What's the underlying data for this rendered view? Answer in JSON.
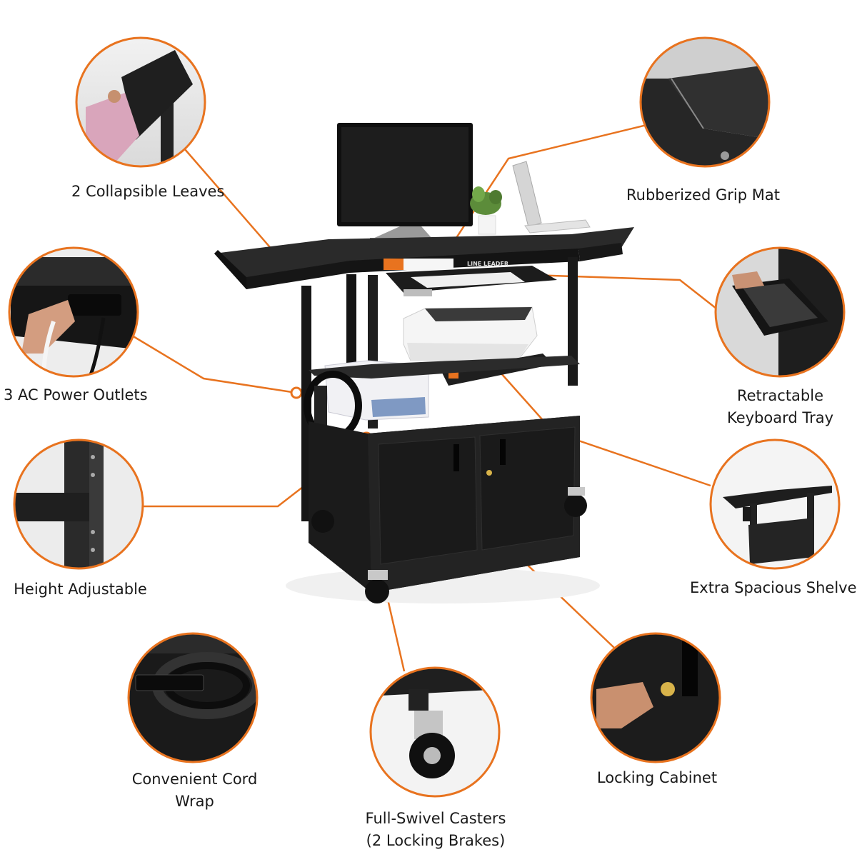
{
  "features": [
    {
      "id": "leaves",
      "label": "2 Collapsible Leaves"
    },
    {
      "id": "grip",
      "label": "Rubberized Grip Mat"
    },
    {
      "id": "outlets",
      "label": "3 AC Power Outlets"
    },
    {
      "id": "keyboard",
      "label_line1": "Retractable",
      "label_line2": "Keyboard Tray"
    },
    {
      "id": "height",
      "label": "Height Adjustable"
    },
    {
      "id": "shelves",
      "label": "Extra Spacious Shelves"
    },
    {
      "id": "cord",
      "label_line1": "Convenient Cord",
      "label_line2": "Wrap"
    },
    {
      "id": "casters",
      "label_line1": "Full-Swivel Casters",
      "label_line2": "(2 Locking Brakes)"
    },
    {
      "id": "locking",
      "label": "Locking Cabinet"
    }
  ],
  "product": {
    "brand_text": "LINE LEADER"
  },
  "colors": {
    "accent": "#e8731f",
    "cart": "#1c1c1c",
    "label_text": "#1a1a1a"
  }
}
